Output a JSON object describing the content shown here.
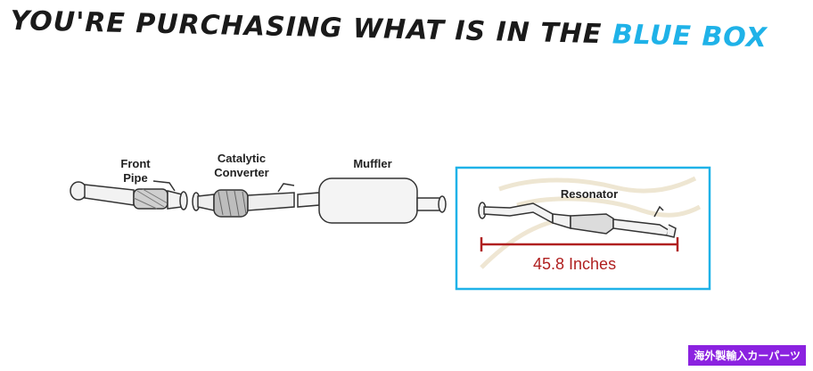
{
  "header": {
    "headline_main": "YOU'RE PURCHASING WHAT IS IN THE",
    "headline_highlight": "BLUE BOX"
  },
  "diagram": {
    "parts": {
      "front_pipe": "Front\nPipe",
      "catalytic_converter": "Catalytic\nConverter",
      "muffler": "Muffler",
      "resonator": "Resonator"
    },
    "measurement": "45.8 Inches"
  },
  "watermark": {
    "text": "海外製輸入カーパーツ"
  },
  "colors": {
    "highlight": "#1fb2e8",
    "measure": "#b02020",
    "badge": "#8b22e0"
  }
}
